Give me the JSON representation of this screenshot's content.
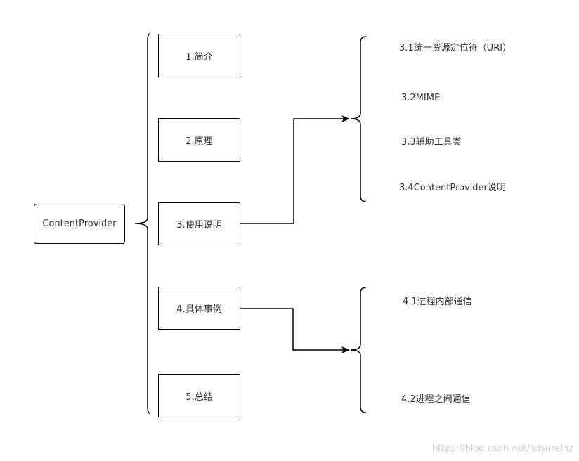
{
  "root": {
    "label": "ContentProvider"
  },
  "sections": [
    {
      "label": "1.简介"
    },
    {
      "label": "2.原理"
    },
    {
      "label": "3.使用说明"
    },
    {
      "label": "4.具体事例"
    },
    {
      "label": "5.总结"
    }
  ],
  "section3_children": [
    {
      "label": "3.1统一资源定位符（URI）"
    },
    {
      "label": "3.2MIME"
    },
    {
      "label": "3.3辅助工具类"
    },
    {
      "label": "3.4ContentProvider说明"
    }
  ],
  "section4_children": [
    {
      "label": "4.1进程内部通信"
    },
    {
      "label": "4.2进程之间通信"
    }
  ],
  "watermark": "https://blog.csdn.net/leisurelhz",
  "colors": {
    "stroke": "#000000",
    "text": "#333333",
    "watermark": "#cccccc"
  }
}
